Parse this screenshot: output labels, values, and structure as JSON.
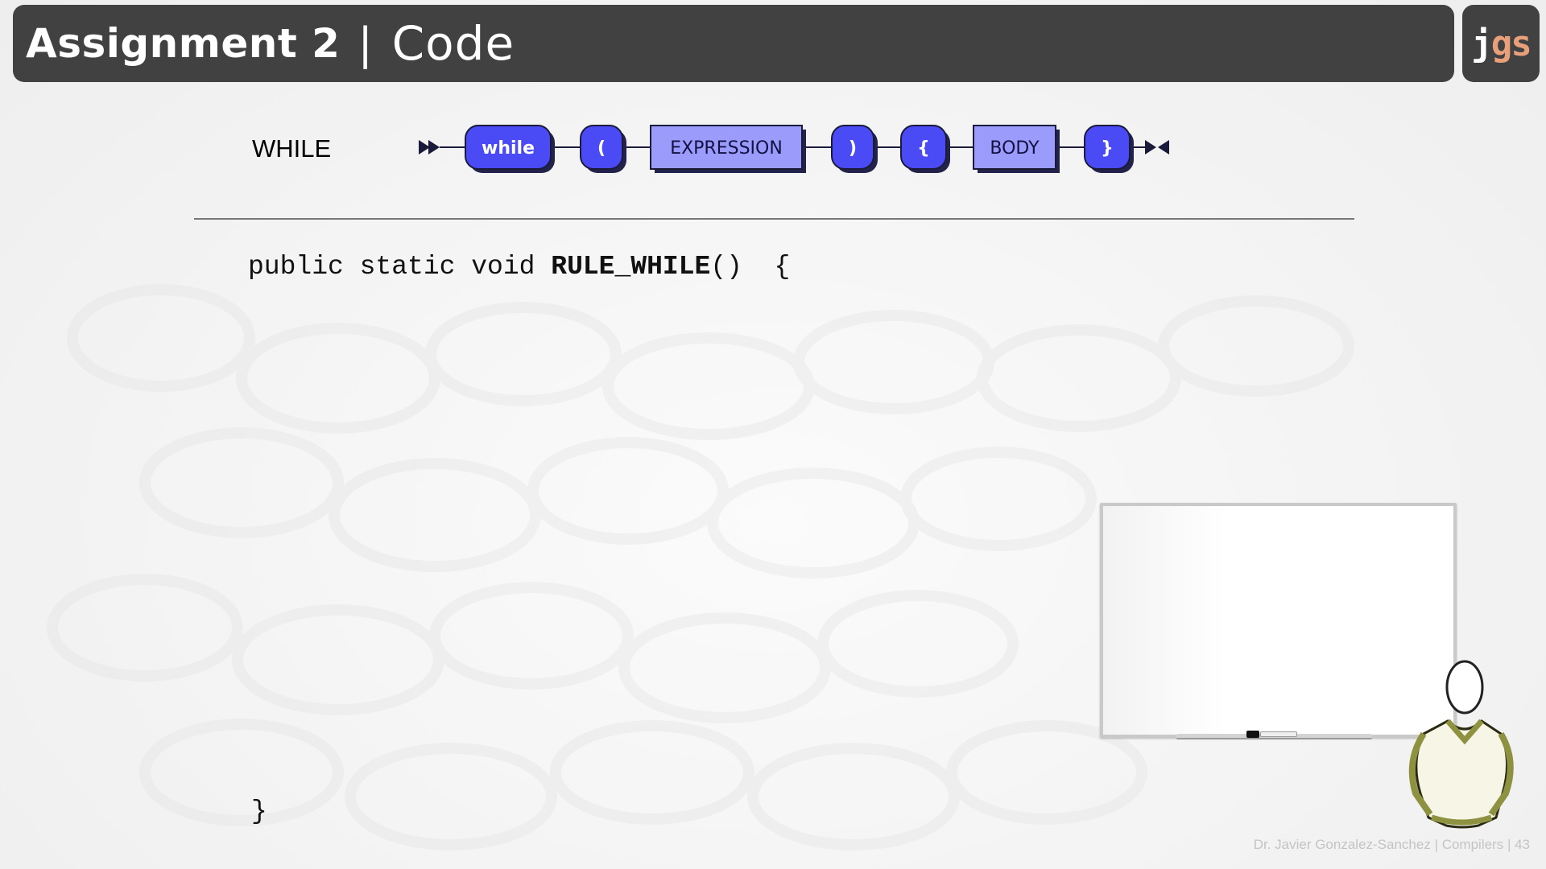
{
  "header": {
    "title": "Assignment 2",
    "separator": "|",
    "subtitle": "Code",
    "logo_j": "j",
    "logo_gs": "gs"
  },
  "diagram": {
    "rule_name": "WHILE",
    "nodes": [
      {
        "label": "while",
        "kind": "terminal"
      },
      {
        "label": "(",
        "kind": "terminal"
      },
      {
        "label": "EXPRESSION",
        "kind": "nonterminal"
      },
      {
        "label": ")",
        "kind": "terminal"
      },
      {
        "label": "{",
        "kind": "terminal"
      },
      {
        "label": "BODY",
        "kind": "nonterminal"
      },
      {
        "label": "}",
        "kind": "terminal"
      }
    ],
    "colors": {
      "terminal_fill": "#4b4bf5",
      "nonterminal_fill": "#9b9bfb",
      "stroke": "#1a1a3a",
      "shadow": "#22224a"
    }
  },
  "code": {
    "prefix": "public static void ",
    "method_name": "RULE_WHILE",
    "suffix": "()  {",
    "closing": "}"
  },
  "footer": {
    "text": "Dr. Javier Gonzalez-Sanchez | Compilers | 43"
  }
}
